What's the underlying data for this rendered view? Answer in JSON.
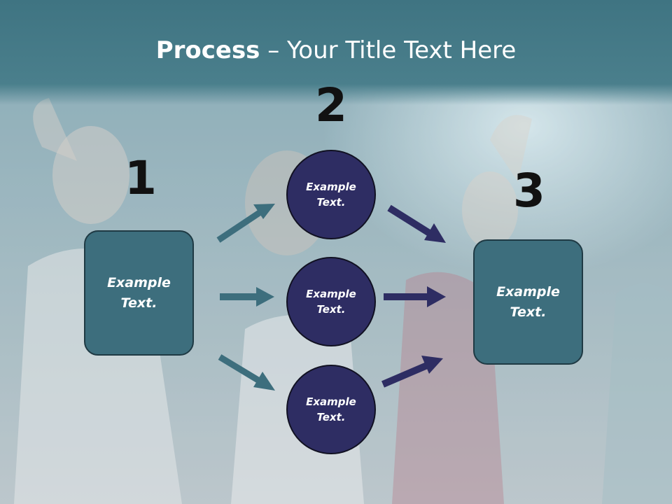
{
  "title": {
    "bold": "Process",
    "rest": " – Your Title Text Here"
  },
  "steps": {
    "n1": "1",
    "n2": "2",
    "n3": "3"
  },
  "left_box": {
    "line1": "Example",
    "line2": "Text."
  },
  "right_box": {
    "line1": "Example",
    "line2": "Text."
  },
  "circles": [
    {
      "line1": "Example",
      "line2": "Text."
    },
    {
      "line1": "Example",
      "line2": "Text."
    },
    {
      "line1": "Example",
      "line2": "Text."
    }
  ],
  "colors": {
    "title_bar": "#4a7f8c",
    "box_fill": "#3d6e7d",
    "circle_fill": "#2e2d63",
    "arrow_teal": "#3d6e7d",
    "arrow_navy": "#2e2d63"
  }
}
